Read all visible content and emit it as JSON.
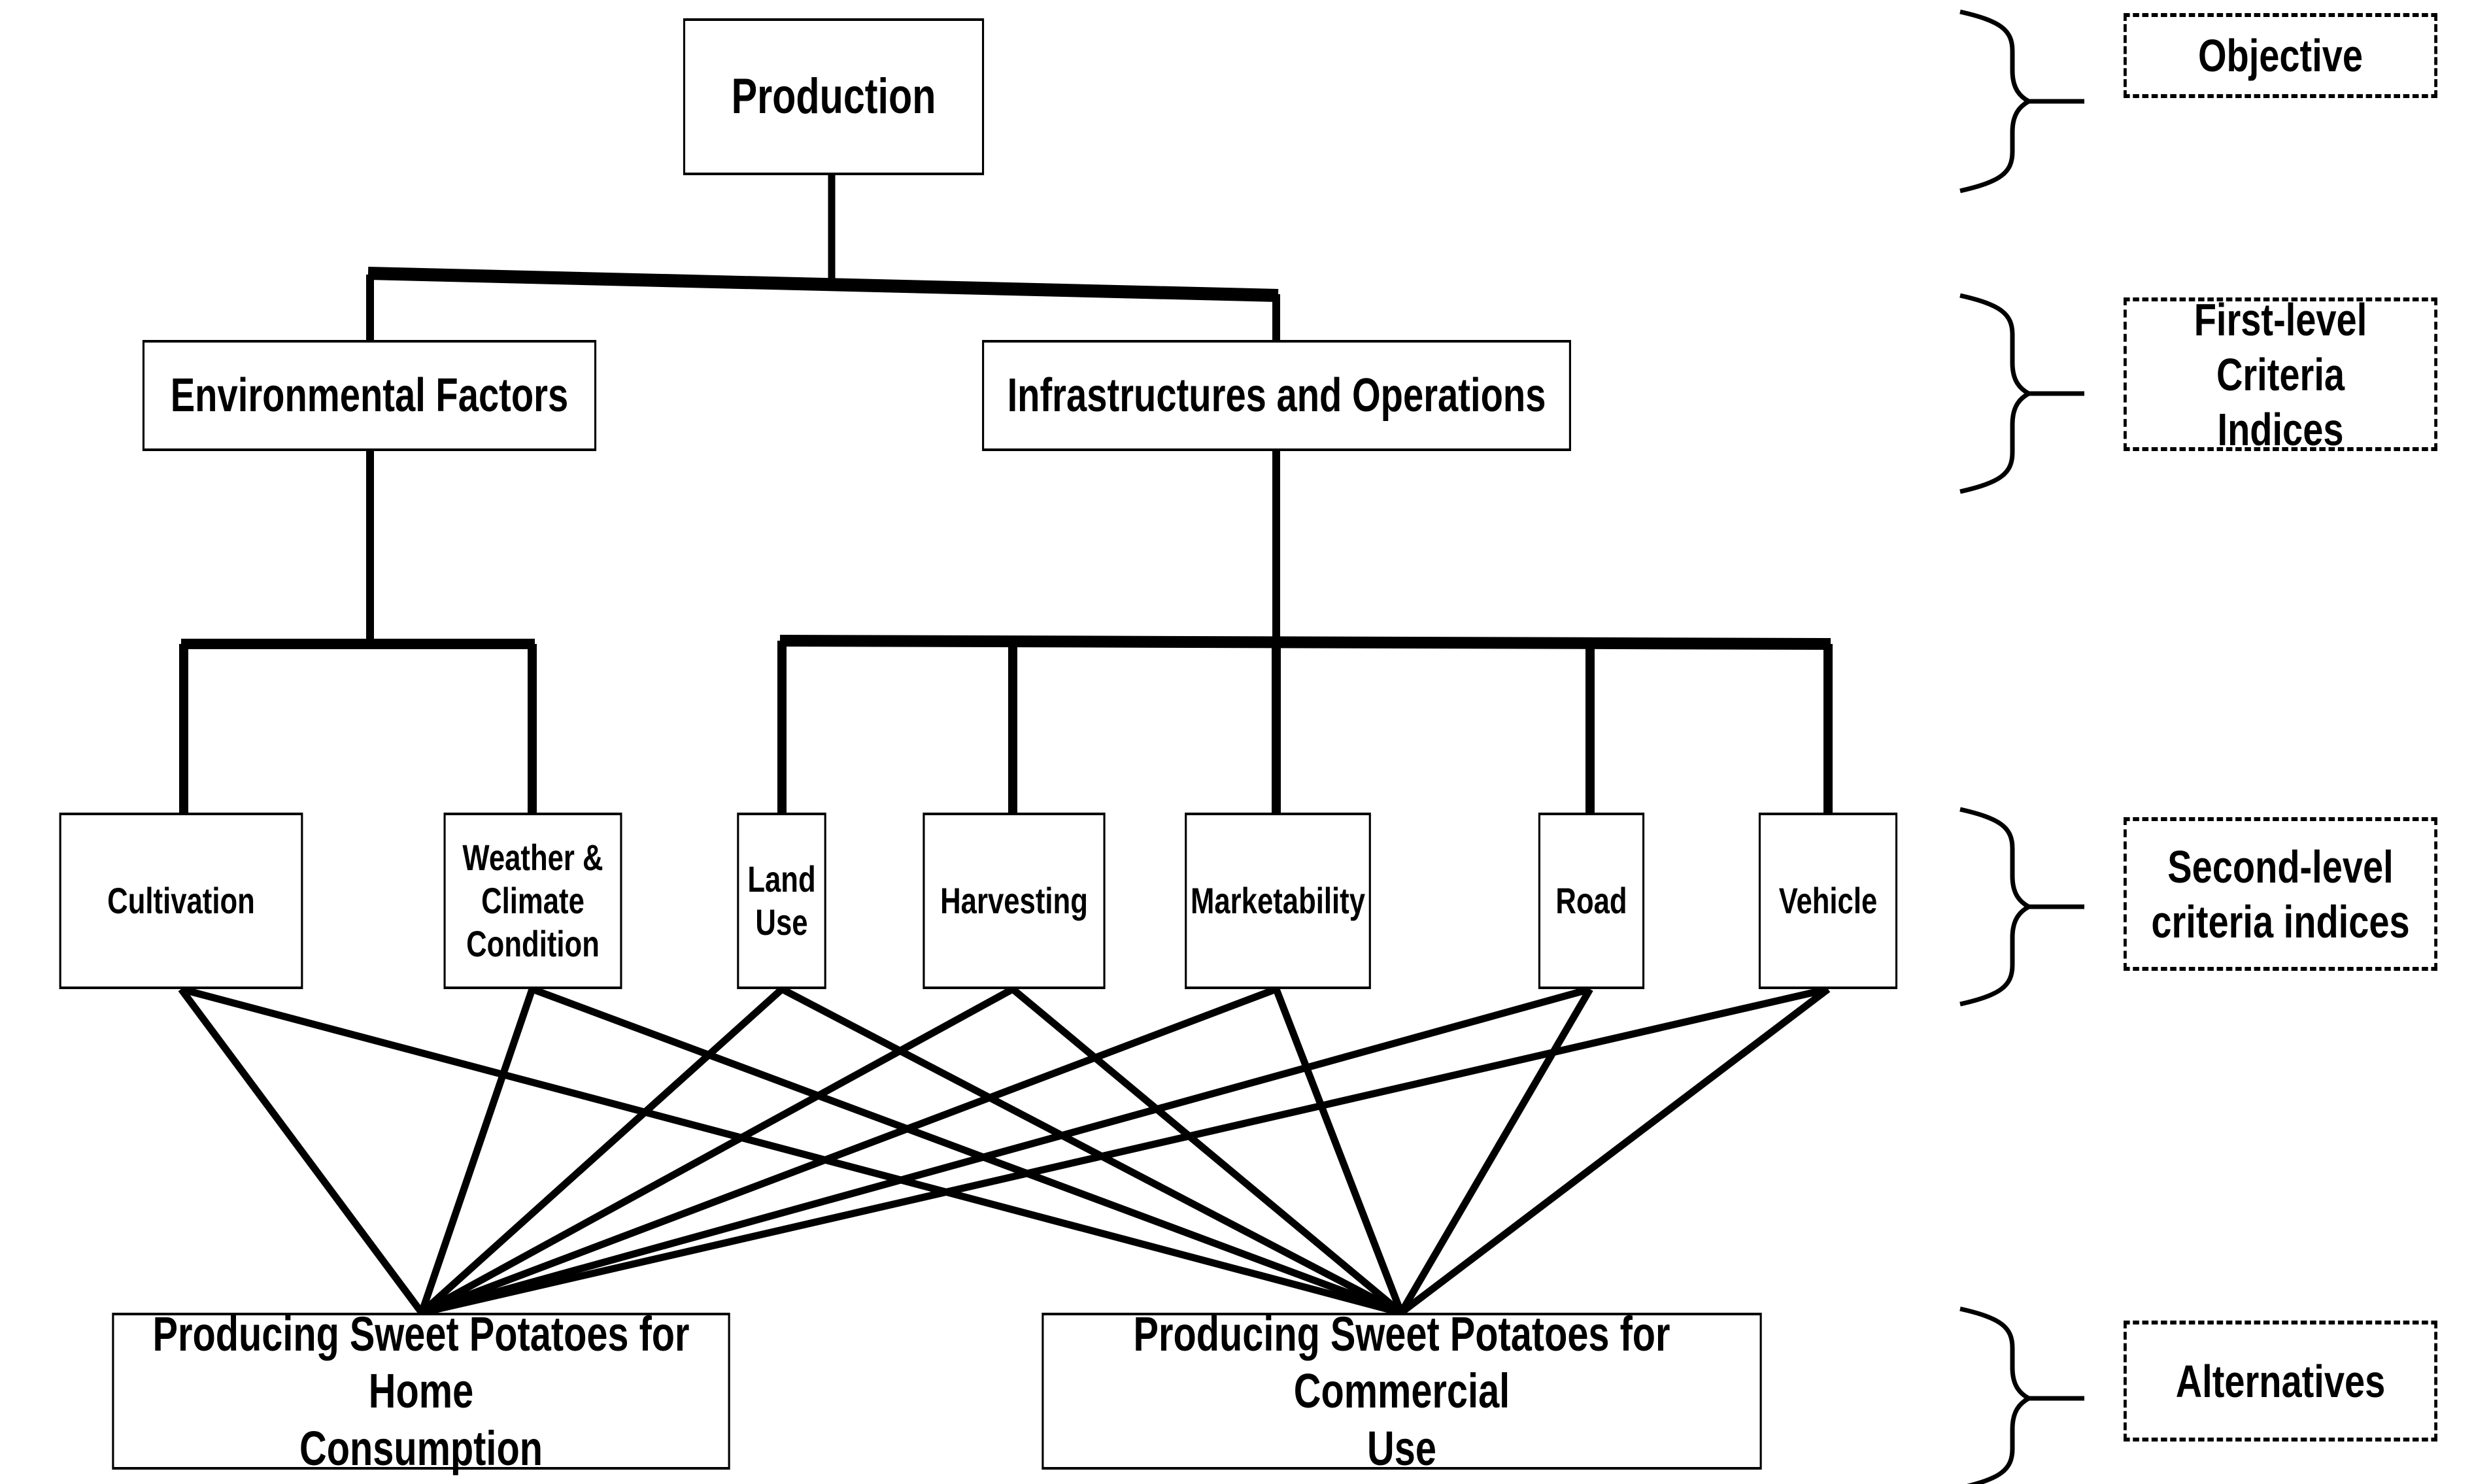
{
  "diagram": {
    "type": "ahp-hierarchy",
    "title_text": "Production",
    "levels": {
      "objective": {
        "legend_label": "Objective",
        "nodes": [
          {
            "id": "production",
            "label": "Production"
          }
        ]
      },
      "first_level_criteria": {
        "legend_label": "First-level Criteria\nIndices",
        "nodes": [
          {
            "id": "env",
            "label": "Environmental Factors"
          },
          {
            "id": "infra",
            "label": "Infrastructures and Operations"
          }
        ]
      },
      "second_level_criteria": {
        "legend_label": "Second-level\ncriteria indices",
        "nodes": [
          {
            "id": "cultivation",
            "label": "Cultivation",
            "parent": "env"
          },
          {
            "id": "weather",
            "label": "Weather &\nClimate\nCondition",
            "parent": "env"
          },
          {
            "id": "land_use",
            "label": "Land\nUse",
            "parent": "infra"
          },
          {
            "id": "harvesting",
            "label": "Harvesting",
            "parent": "infra"
          },
          {
            "id": "marketability",
            "label": "Marketability",
            "parent": "infra"
          },
          {
            "id": "road",
            "label": "Road",
            "parent": "infra"
          },
          {
            "id": "vehicle",
            "label": "Vehicle",
            "parent": "infra"
          }
        ]
      },
      "alternatives": {
        "legend_label": "Alternatives",
        "nodes": [
          {
            "id": "home",
            "label": "Producing Sweet Potatoes for Home\nConsumption"
          },
          {
            "id": "commercial",
            "label": "Producing Sweet Potatoes for Commercial\nUse"
          }
        ]
      }
    },
    "colors": {
      "line": "#000000",
      "box_border": "#000000",
      "background": "#ffffff",
      "text": "#000000"
    }
  }
}
